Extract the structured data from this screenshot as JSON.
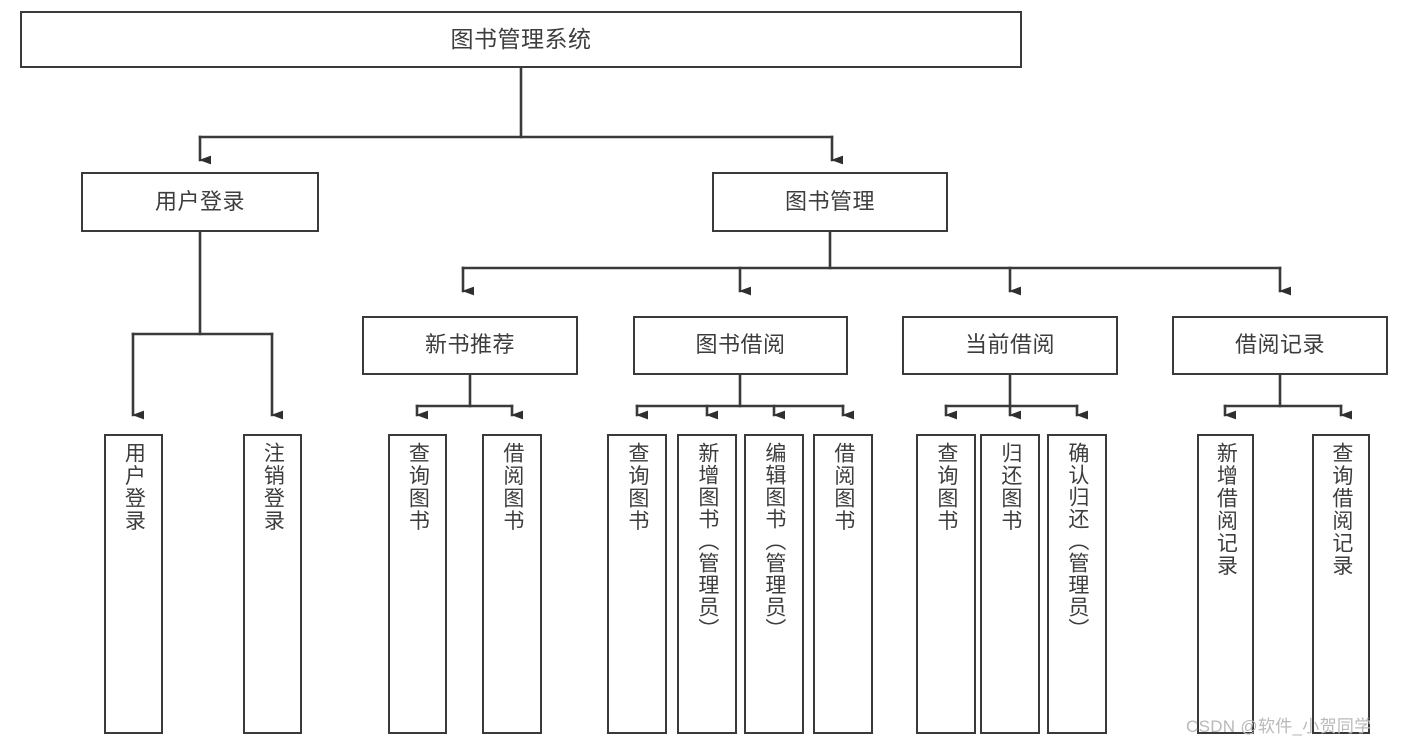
{
  "diagram": {
    "title": "图书管理系统",
    "type": "hierarchy-tree",
    "root": {
      "label": "图书管理系统"
    },
    "level2": [
      {
        "label": "用户登录"
      },
      {
        "label": "图书管理"
      }
    ],
    "level3": [
      {
        "label": "新书推荐"
      },
      {
        "label": "图书借阅"
      },
      {
        "label": "当前借阅"
      },
      {
        "label": "借阅记录"
      }
    ],
    "leaves": {
      "user_login": [
        {
          "label": "用户登录"
        },
        {
          "label": "注销登录"
        }
      ],
      "new_book_recommend": [
        {
          "label": "查询图书"
        },
        {
          "label": "借阅图书"
        }
      ],
      "book_borrow": [
        {
          "label": "查询图书"
        },
        {
          "label": "新增图书（管理员）"
        },
        {
          "label": "编辑图书（管理员）"
        },
        {
          "label": "借阅图书"
        }
      ],
      "current_borrow": [
        {
          "label": "查询图书"
        },
        {
          "label": "归还图书"
        },
        {
          "label": "确认归还（管理员）"
        }
      ],
      "borrow_record": [
        {
          "label": "新增借阅记录"
        },
        {
          "label": "查询借阅记录"
        }
      ]
    }
  },
  "watermark": {
    "text": "CSDN @软件_小贺同学"
  },
  "colors": {
    "stroke": "#3a3a3a",
    "text": "#3d3d3d",
    "background": "#ffffff",
    "watermark": "#b9b9b9"
  }
}
